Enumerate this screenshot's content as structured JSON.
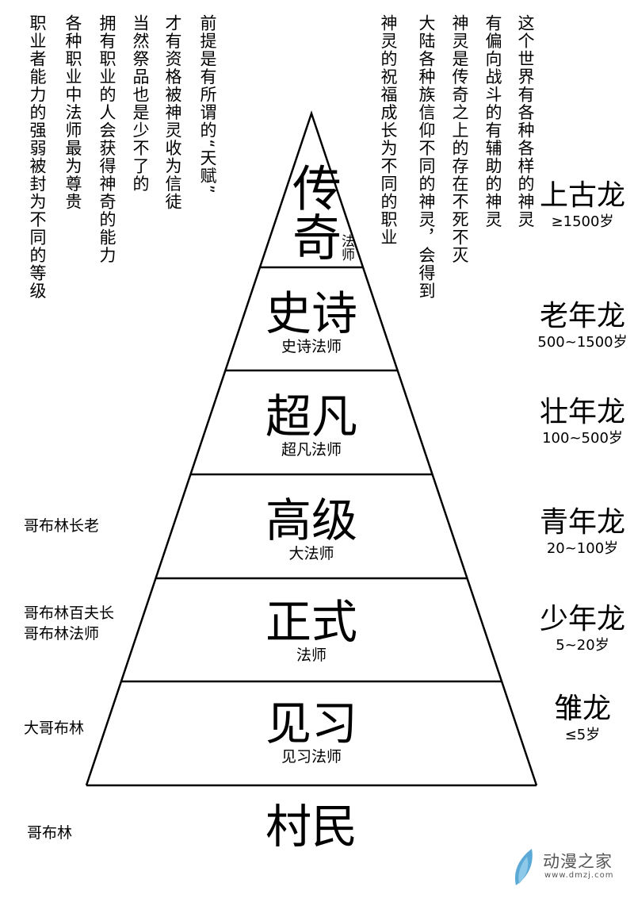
{
  "left_notes": [
    "前提是有所谓的“天赋”",
    "才有资格被神灵收为信徒",
    "当然祭品也是少不了的",
    "拥有职业的人会获得神奇的能力",
    "各种职业中法师最为尊贵",
    "职业者能力的强弱被封为不同的等级"
  ],
  "right_notes": [
    "这个世界有各种各样的神灵",
    "有偏向战斗的有辅助的神灵",
    "神灵是传奇之上的存在不死不灭",
    "大陆各种族信仰不同的神灵，会得到",
    "神灵的祝福成长为不同的职业"
  ],
  "tiers": [
    {
      "title": "传奇",
      "subtitle": "法师"
    },
    {
      "title": "史诗",
      "subtitle": "史诗法师"
    },
    {
      "title": "超凡",
      "subtitle": "超凡法师"
    },
    {
      "title": "高级",
      "subtitle": "大法师"
    },
    {
      "title": "正式",
      "subtitle": "法师"
    },
    {
      "title": "见习",
      "subtitle": "见习法师"
    },
    {
      "title": "村民"
    }
  ],
  "dragons": [
    {
      "title": "上古龙",
      "age": "≥1500岁"
    },
    {
      "title": "老年龙",
      "age": "500~1500岁"
    },
    {
      "title": "壮年龙",
      "age": "100~500岁"
    },
    {
      "title": "青年龙",
      "age": "20~100岁"
    },
    {
      "title": "少年龙",
      "age": "5~20岁"
    },
    {
      "title": "雏龙",
      "age": "≤5岁"
    }
  ],
  "goblins": [
    {
      "lines": [
        "哥布林长老"
      ]
    },
    {
      "lines": [
        "哥布林百夫长",
        "哥布林法师"
      ]
    },
    {
      "lines": [
        "大哥布林"
      ]
    },
    {
      "lines": [
        "哥布林"
      ]
    }
  ],
  "watermark": {
    "name": "动漫之家",
    "url": "www.dmzj.com",
    "color": "#5aa9d6"
  }
}
